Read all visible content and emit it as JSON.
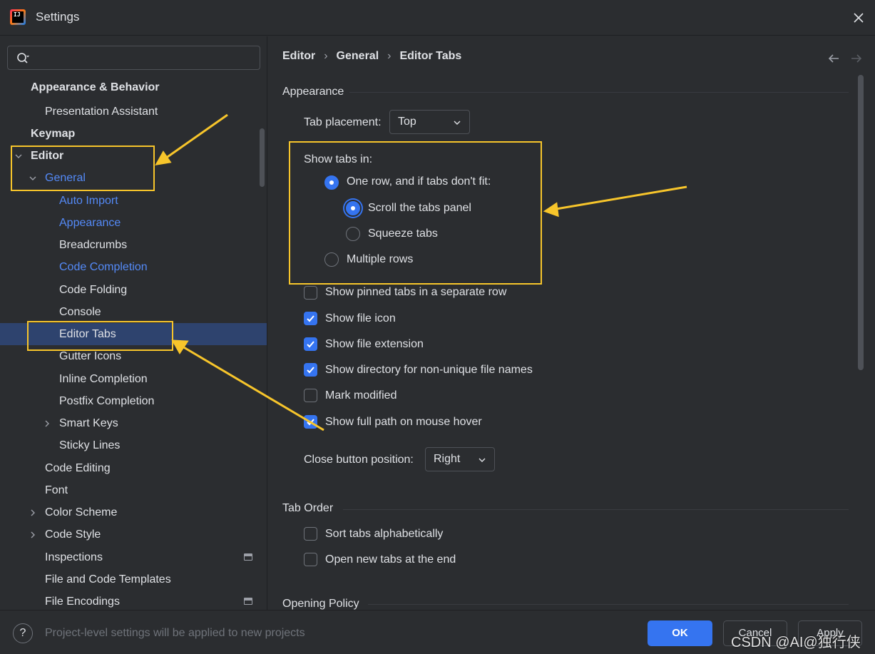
{
  "window": {
    "title": "Settings",
    "app_icon_label": "IJ"
  },
  "search": {
    "value": "",
    "placeholder": ""
  },
  "sidebar": {
    "items": [
      {
        "label": "Appearance & Behavior"
      },
      {
        "label": "Presentation Assistant"
      },
      {
        "label": "Keymap"
      },
      {
        "label": "Editor"
      },
      {
        "label": "General"
      },
      {
        "label": "Auto Import"
      },
      {
        "label": "Appearance"
      },
      {
        "label": "Breadcrumbs"
      },
      {
        "label": "Code Completion"
      },
      {
        "label": "Code Folding"
      },
      {
        "label": "Console"
      },
      {
        "label": "Editor Tabs"
      },
      {
        "label": "Gutter Icons"
      },
      {
        "label": "Inline Completion"
      },
      {
        "label": "Postfix Completion"
      },
      {
        "label": "Smart Keys"
      },
      {
        "label": "Sticky Lines"
      },
      {
        "label": "Code Editing"
      },
      {
        "label": "Font"
      },
      {
        "label": "Color Scheme"
      },
      {
        "label": "Code Style"
      },
      {
        "label": "Inspections"
      },
      {
        "label": "File and Code Templates"
      },
      {
        "label": "File Encodings"
      }
    ]
  },
  "breadcrumb": [
    "Editor",
    "General",
    "Editor Tabs"
  ],
  "sections": {
    "appearance": "Appearance",
    "tab_order": "Tab Order",
    "opening_policy": "Opening Policy"
  },
  "settings": {
    "tab_placement_label": "Tab placement:",
    "tab_placement_value": "Top",
    "show_tabs_in_label": "Show tabs in:",
    "radio_one_row": "One row, and if tabs don't fit:",
    "radio_scroll": "Scroll the tabs panel",
    "radio_squeeze": "Squeeze tabs",
    "radio_multiple": "Multiple rows",
    "cb_pinned": "Show pinned tabs in a separate row",
    "cb_file_icon": "Show file icon",
    "cb_file_ext": "Show file extension",
    "cb_dir": "Show directory for non-unique file names",
    "cb_mark_modified": "Mark modified",
    "cb_full_path": "Show full path on mouse hover",
    "close_btn_label": "Close button position:",
    "close_btn_value": "Right",
    "cb_sort_alpha": "Sort tabs alphabetically",
    "cb_open_end": "Open new tabs at the end"
  },
  "states": {
    "radio_one_row": true,
    "radio_scroll": true,
    "radio_squeeze": false,
    "radio_multiple": false,
    "cb_pinned": false,
    "cb_file_icon": true,
    "cb_file_ext": true,
    "cb_dir": true,
    "cb_mark_modified": false,
    "cb_full_path": true,
    "cb_sort_alpha": false,
    "cb_open_end": false
  },
  "footer": {
    "help": "?",
    "hint": "Project-level settings will be applied to new projects",
    "ok": "OK",
    "cancel": "Cancel",
    "apply": "Apply"
  },
  "watermark": "CSDN @AI@独行侠",
  "colors": {
    "background": "#2b2d30",
    "accent": "#3574f0",
    "link": "#548af7",
    "selection": "#2e436e",
    "highlight": "#f7c52b"
  }
}
